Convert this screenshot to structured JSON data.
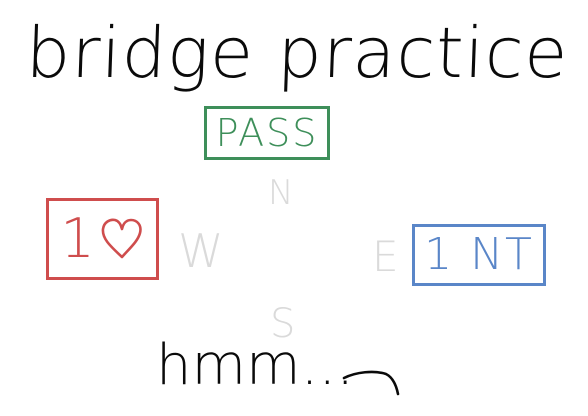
{
  "title": "bridge practice",
  "compass": {
    "north": "N",
    "west": "W",
    "east": "E",
    "south": "S"
  },
  "bids": {
    "north": {
      "label": "PASS",
      "color": "#3e8f5a"
    },
    "west": {
      "label": "1",
      "suit_icon": "heart-icon",
      "color": "#cf4d4d"
    },
    "east": {
      "label": "1 NT",
      "color": "#5a86c8"
    }
  },
  "note": "hmm...",
  "note_icon": "arrow-icon",
  "text_color": "#0a0a0a",
  "compass_color": "#dadada"
}
